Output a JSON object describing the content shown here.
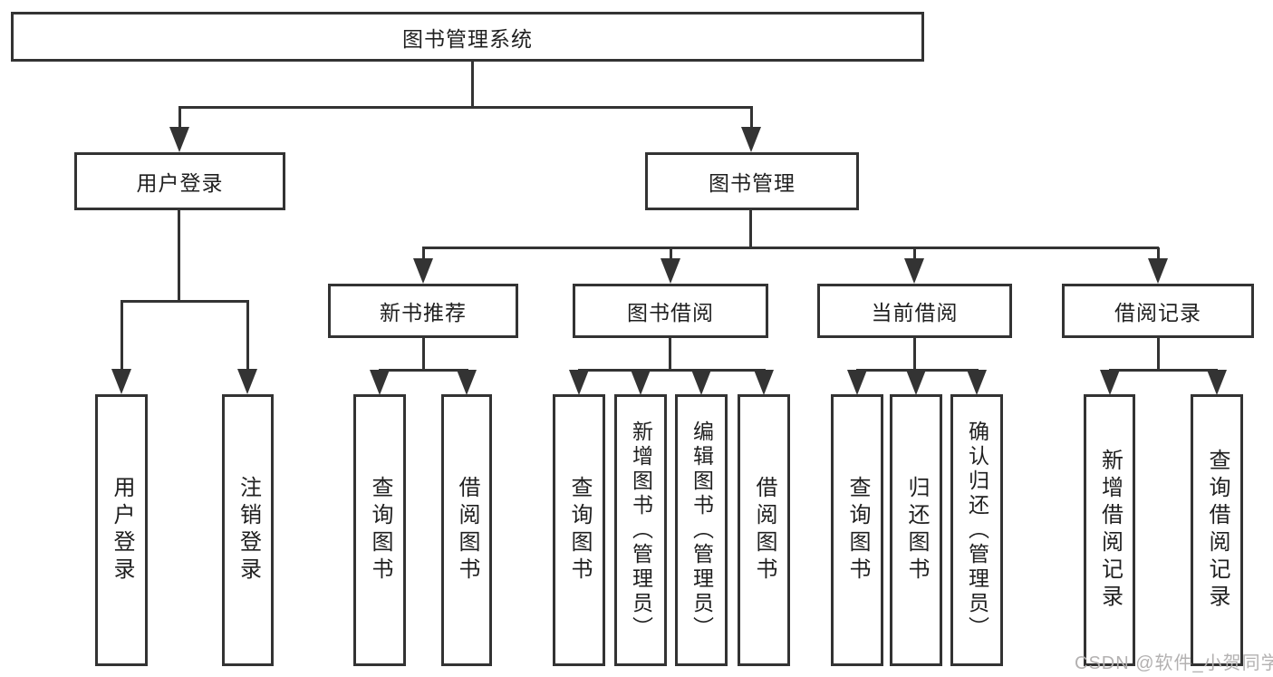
{
  "tree": {
    "root": {
      "label": "图书管理系统"
    },
    "branches": [
      {
        "label": "用户登录",
        "children": [
          {
            "label": "用户登录"
          },
          {
            "label": "注销登录"
          }
        ]
      },
      {
        "label": "图书管理",
        "children": [
          {
            "label": "新书推荐",
            "children": [
              {
                "label": "查询图书"
              },
              {
                "label": "借阅图书"
              }
            ]
          },
          {
            "label": "图书借阅",
            "children": [
              {
                "label": "查询图书"
              },
              {
                "label": "新增图书（管理员）"
              },
              {
                "label": "编辑图书（管理员）"
              },
              {
                "label": "借阅图书"
              }
            ]
          },
          {
            "label": "当前借阅",
            "children": [
              {
                "label": "查询图书"
              },
              {
                "label": "归还图书"
              },
              {
                "label": "确认归还（管理员）"
              }
            ]
          },
          {
            "label": "借阅记录",
            "children": [
              {
                "label": "新增借阅记录"
              },
              {
                "label": "查询借阅记录"
              }
            ]
          }
        ]
      }
    ]
  },
  "watermark": {
    "text": "CSDN @软件_小贺同学",
    "color": "#b3b1b1"
  },
  "colors": {
    "line": "#333333",
    "text": "#1f1f1f",
    "background": "#ffffff"
  }
}
